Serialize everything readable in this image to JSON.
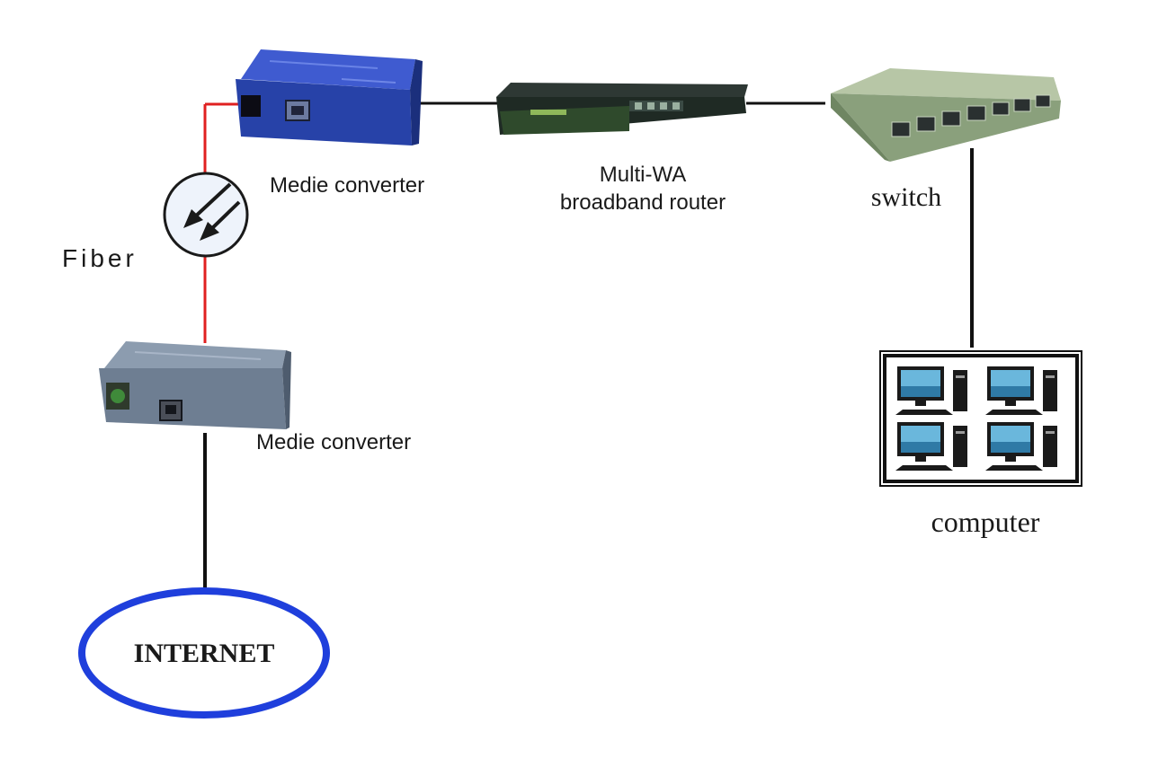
{
  "labels": {
    "converter_top": "Medie converter",
    "converter_bottom": "Medie converter",
    "router_line1": "Multi-WA",
    "router_line2": "broadband router",
    "switch": "switch",
    "computer": "computer",
    "fiber": "Fiber",
    "internet": "INTERNET"
  },
  "icons": {
    "converter_top": "media-converter-icon",
    "converter_bottom": "media-converter-icon",
    "router": "router-icon",
    "switch": "switch-icon",
    "computers": "computer-group-icon",
    "fiber": "fiber-link-icon",
    "internet": "internet-cloud-icon"
  },
  "colors": {
    "fiber_cable": "#e02020",
    "ethernet_cable": "#111111",
    "internet_ring": "#1f3fdc",
    "converter_top": "#2742a8",
    "converter_bottom": "#6e7e92",
    "router": "#1f2a24",
    "switch": "#8aa07c"
  }
}
